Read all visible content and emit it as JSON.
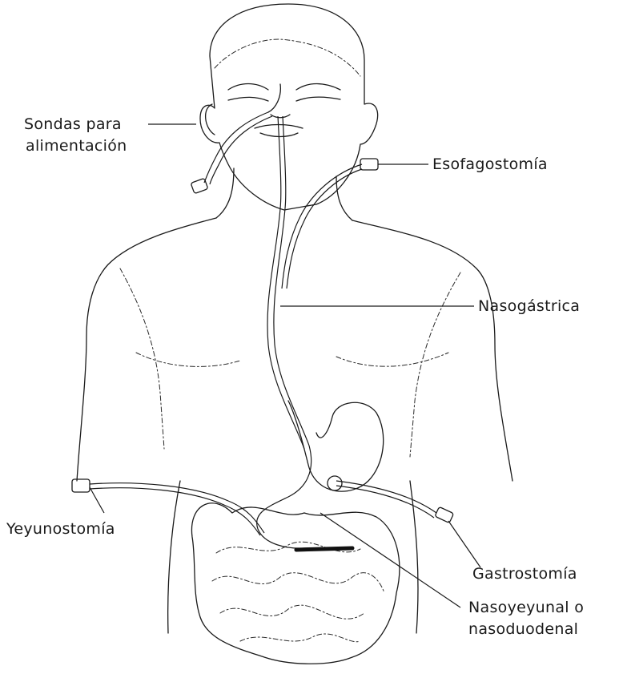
{
  "labels": {
    "sondas_line1": "Sondas para",
    "sondas_line2": "alimentación",
    "esofagostomia": "Esofagostomía",
    "nasogastrica": "Nasogástrica",
    "yeyunostomia": "Yeyunostomía",
    "gastrostomia": "Gastrostomía",
    "nasoyeyunal_line1": "Nasoyeyunal o",
    "nasoyeyunal_line2": "nasoduodenal"
  }
}
